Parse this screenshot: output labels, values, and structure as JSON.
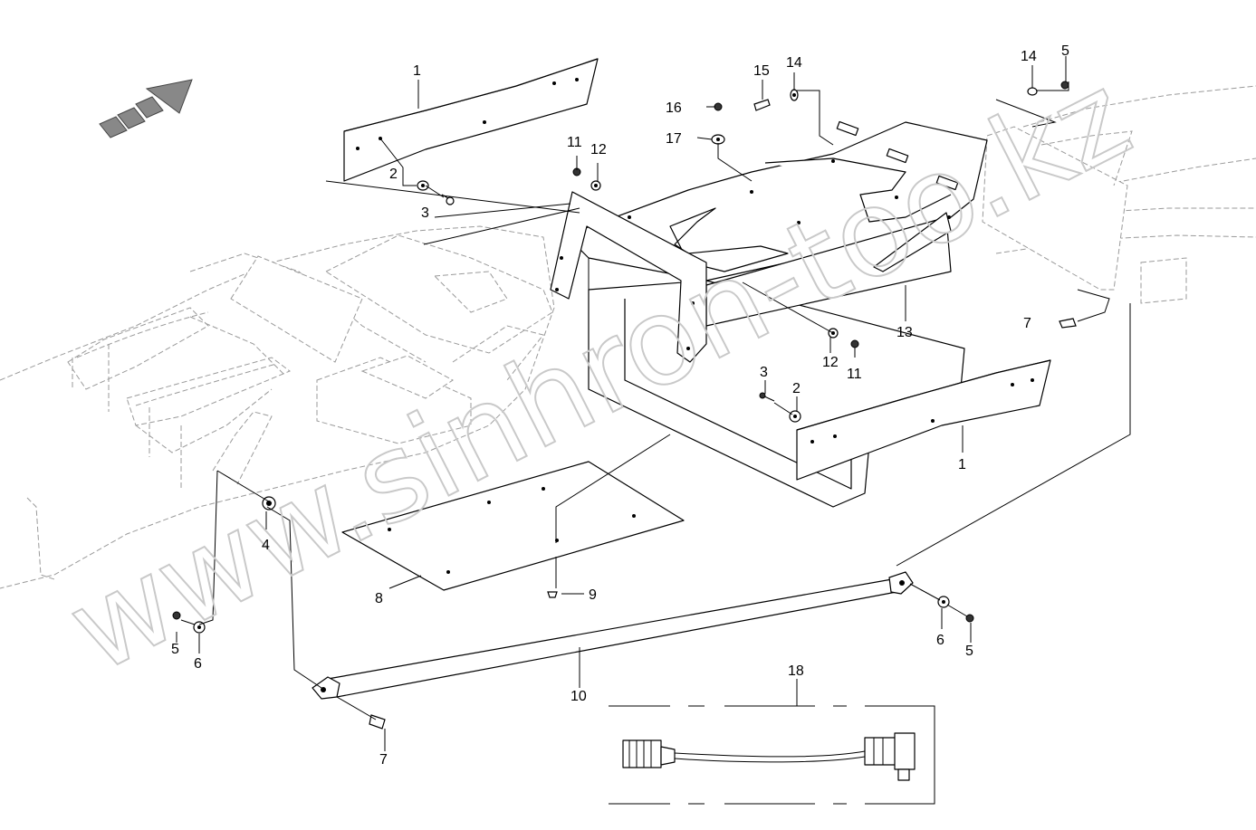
{
  "watermark": "www.sinhron-too.kz",
  "callouts": [
    {
      "id": "c1a",
      "label": "1"
    },
    {
      "id": "c1b",
      "label": "1"
    },
    {
      "id": "c2a",
      "label": "2"
    },
    {
      "id": "c2b",
      "label": "2"
    },
    {
      "id": "c3a",
      "label": "3"
    },
    {
      "id": "c3b",
      "label": "3"
    },
    {
      "id": "c4",
      "label": "4"
    },
    {
      "id": "c5a",
      "label": "5"
    },
    {
      "id": "c5b",
      "label": "5"
    },
    {
      "id": "c5c",
      "label": "5"
    },
    {
      "id": "c6a",
      "label": "6"
    },
    {
      "id": "c6b",
      "label": "6"
    },
    {
      "id": "c7a",
      "label": "7"
    },
    {
      "id": "c7b",
      "label": "7"
    },
    {
      "id": "c8",
      "label": "8"
    },
    {
      "id": "c9",
      "label": "9"
    },
    {
      "id": "c10",
      "label": "10"
    },
    {
      "id": "c11a",
      "label": "11"
    },
    {
      "id": "c11b",
      "label": "11"
    },
    {
      "id": "c12a",
      "label": "12"
    },
    {
      "id": "c12b",
      "label": "12"
    },
    {
      "id": "c13",
      "label": "13"
    },
    {
      "id": "c14a",
      "label": "14"
    },
    {
      "id": "c14b",
      "label": "14"
    },
    {
      "id": "c15",
      "label": "15"
    },
    {
      "id": "c16",
      "label": "16"
    },
    {
      "id": "c17",
      "label": "17"
    },
    {
      "id": "c18",
      "label": "18"
    }
  ],
  "colors": {
    "line": "#000000",
    "ghost": "#9a9a9a",
    "watermark": "#c9c9c9",
    "background": "#ffffff"
  }
}
